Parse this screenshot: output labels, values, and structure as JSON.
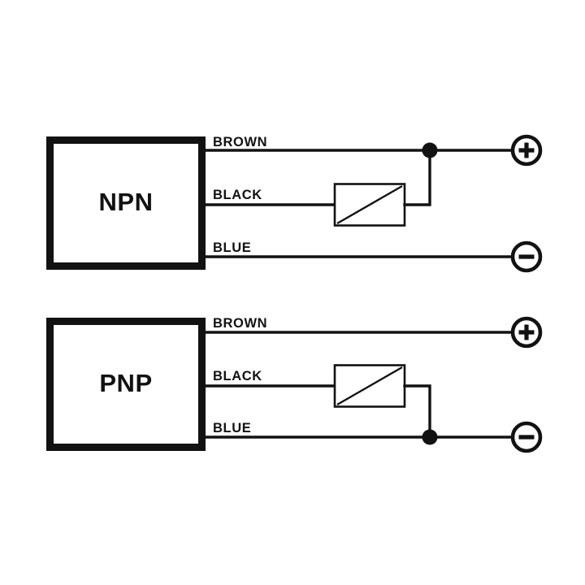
{
  "diagram": {
    "type": "sensor-wiring-diagram",
    "background_color": "#ffffff",
    "line_color": "#121212",
    "circuits": [
      {
        "id": "npn",
        "sensor_label": "NPN",
        "wires": [
          {
            "name": "brown-wire",
            "label": "BROWN",
            "terminal": "positive"
          },
          {
            "name": "black-wire",
            "label": "BLACK",
            "terminal": "load"
          },
          {
            "name": "blue-wire",
            "label": "BLUE",
            "terminal": "negative"
          }
        ],
        "load_symbol": "load-box",
        "junction_on": "BROWN",
        "terminals": [
          {
            "name": "positive-terminal",
            "symbol": "+"
          },
          {
            "name": "negative-terminal",
            "symbol": "−"
          }
        ]
      },
      {
        "id": "pnp",
        "sensor_label": "PNP",
        "wires": [
          {
            "name": "brown-wire",
            "label": "BROWN",
            "terminal": "positive"
          },
          {
            "name": "black-wire",
            "label": "BLACK",
            "terminal": "load"
          },
          {
            "name": "blue-wire",
            "label": "BLUE",
            "terminal": "negative"
          }
        ],
        "load_symbol": "load-box",
        "junction_on": "BLUE",
        "terminals": [
          {
            "name": "positive-terminal",
            "symbol": "+"
          },
          {
            "name": "negative-terminal",
            "symbol": "−"
          }
        ]
      }
    ]
  }
}
